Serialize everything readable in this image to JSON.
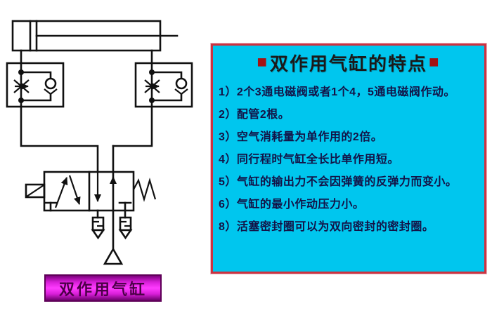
{
  "panel": {
    "title": {
      "square": "■",
      "text": "双作用气缸的特点"
    },
    "items": [
      "1）2个3通电磁阀或者1个4，5通电磁阀作动。",
      "2）配管2根。",
      "3）空气消耗量为单作用的2倍。",
      "4）同行程时气缸全长比单作用短。",
      "5）气缸的输出力不会因弹簧的反弹力而变小。",
      "6）气缸的最小作动压力小。",
      "8）活塞密封圈可以为双向密封的密封圈。"
    ]
  },
  "diagram": {
    "caption": "双作用气缸",
    "symbols": [
      "double-acting-cylinder",
      "one-way-flow-control-valve-left",
      "one-way-flow-control-valve-right",
      "solenoid-directional-valve",
      "solenoid-actuator",
      "return-spring",
      "exhaust-muffler-left",
      "exhaust-muffler-right",
      "compressed-air-source"
    ]
  },
  "colors": {
    "panel_bg": "#00c6ee",
    "panel_border": "#cc3340",
    "panel_text": "#131347",
    "title_text": "#1a1a1a",
    "title_square": "#a51212",
    "label_border": "#5e0057",
    "label_text": "#4b0046",
    "diagram_stroke": "#111111"
  }
}
